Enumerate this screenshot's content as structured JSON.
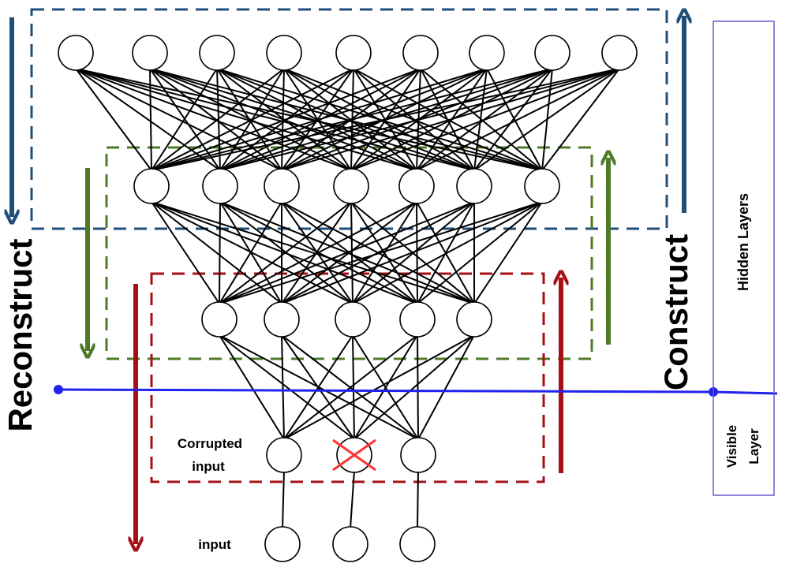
{
  "labels": {
    "reconstruct": "Reconstruct",
    "construct": "Construct",
    "hidden_layers": "Hidden Layers",
    "visible_layer_line1": "Visible",
    "visible_layer_line2": "Layer",
    "corrupted_line1": "Corrupted",
    "corrupted_line2": "input",
    "input": "input"
  },
  "network": {
    "layer_node_counts": [
      9,
      7,
      5,
      3,
      3
    ],
    "corrupted_node_index": 1
  },
  "colors": {
    "outer_box": "#1f4e79",
    "middle_box": "#4f7a28",
    "inner_box": "#a50f15",
    "visible_line": "#2222ee",
    "panel_border": "#6a5acd",
    "cross": "#ff3333",
    "edges": "#000000"
  }
}
